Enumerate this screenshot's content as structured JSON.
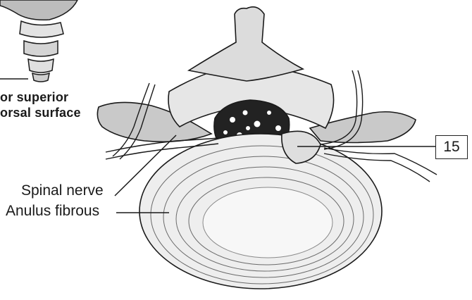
{
  "figure": {
    "caption_lines": [
      "or superior",
      "orsal surface"
    ],
    "labels": {
      "spinal_nerve": "Spinal nerve",
      "anulus": "Anulus fibrous",
      "callout_number": "15"
    }
  },
  "colors": {
    "ink": "#1a1a1a",
    "bone_shade": "#d9d9d9",
    "bone_dark": "#9a9a9a",
    "canal": "#222222",
    "background": "#ffffff"
  }
}
